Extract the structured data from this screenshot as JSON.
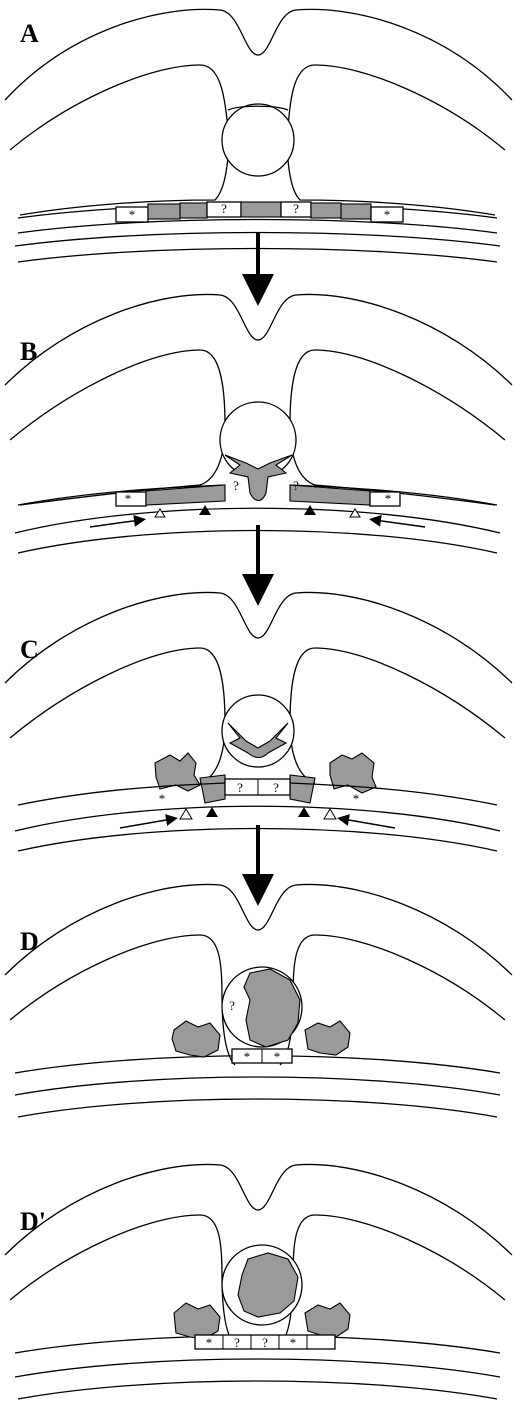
{
  "panels": [
    {
      "label": "A",
      "row_marks": [
        "*",
        "?",
        "?",
        "*"
      ]
    },
    {
      "label": "B",
      "row_marks": [
        "*",
        "?",
        "?",
        "*"
      ]
    },
    {
      "label": "C",
      "row_marks": [
        "*",
        "?",
        "?",
        "*"
      ]
    },
    {
      "label": "D",
      "row_marks": [
        "*",
        "*"
      ],
      "tube_mark": "?"
    },
    {
      "label": "D'",
      "row_marks": [
        "*",
        "?",
        "?",
        "*"
      ]
    }
  ],
  "colors": {
    "shaded": "#9a9a9a",
    "line": "#000000",
    "background": "#ffffff"
  }
}
